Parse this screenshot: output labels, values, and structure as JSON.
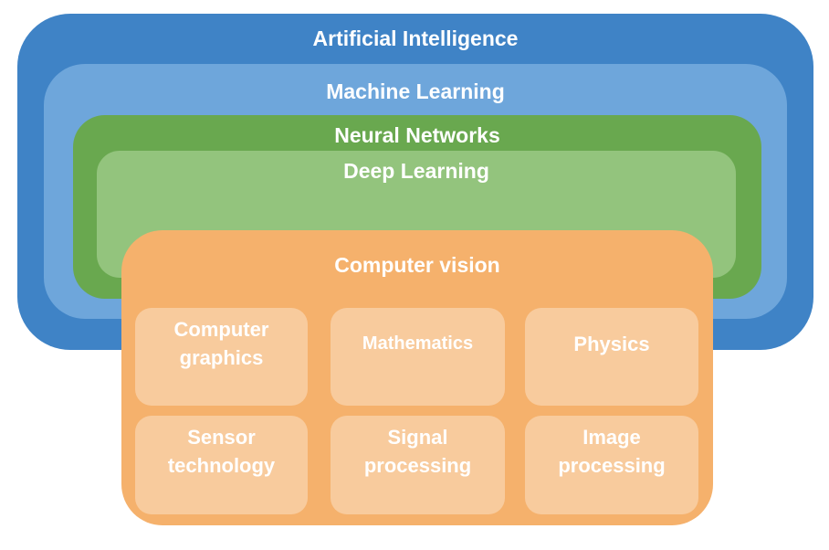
{
  "layers": {
    "ai": "Artificial Intelligence",
    "ml": "Machine Learning",
    "nn": "Neural Networks",
    "dl": "Deep Learning",
    "cv": "Computer vision"
  },
  "fields": [
    "Computer\ngraphics",
    "Mathematics",
    "Physics",
    "Sensor\ntechnology",
    "Signal\nprocessing",
    "Image\nprocessing"
  ],
  "colors": {
    "ai": "#3F83C6",
    "ml": "#6EA6DB",
    "nn": "#69A84F",
    "dl": "#93C47D",
    "cv": "#F5B16C",
    "field": "#F8CB9D"
  }
}
